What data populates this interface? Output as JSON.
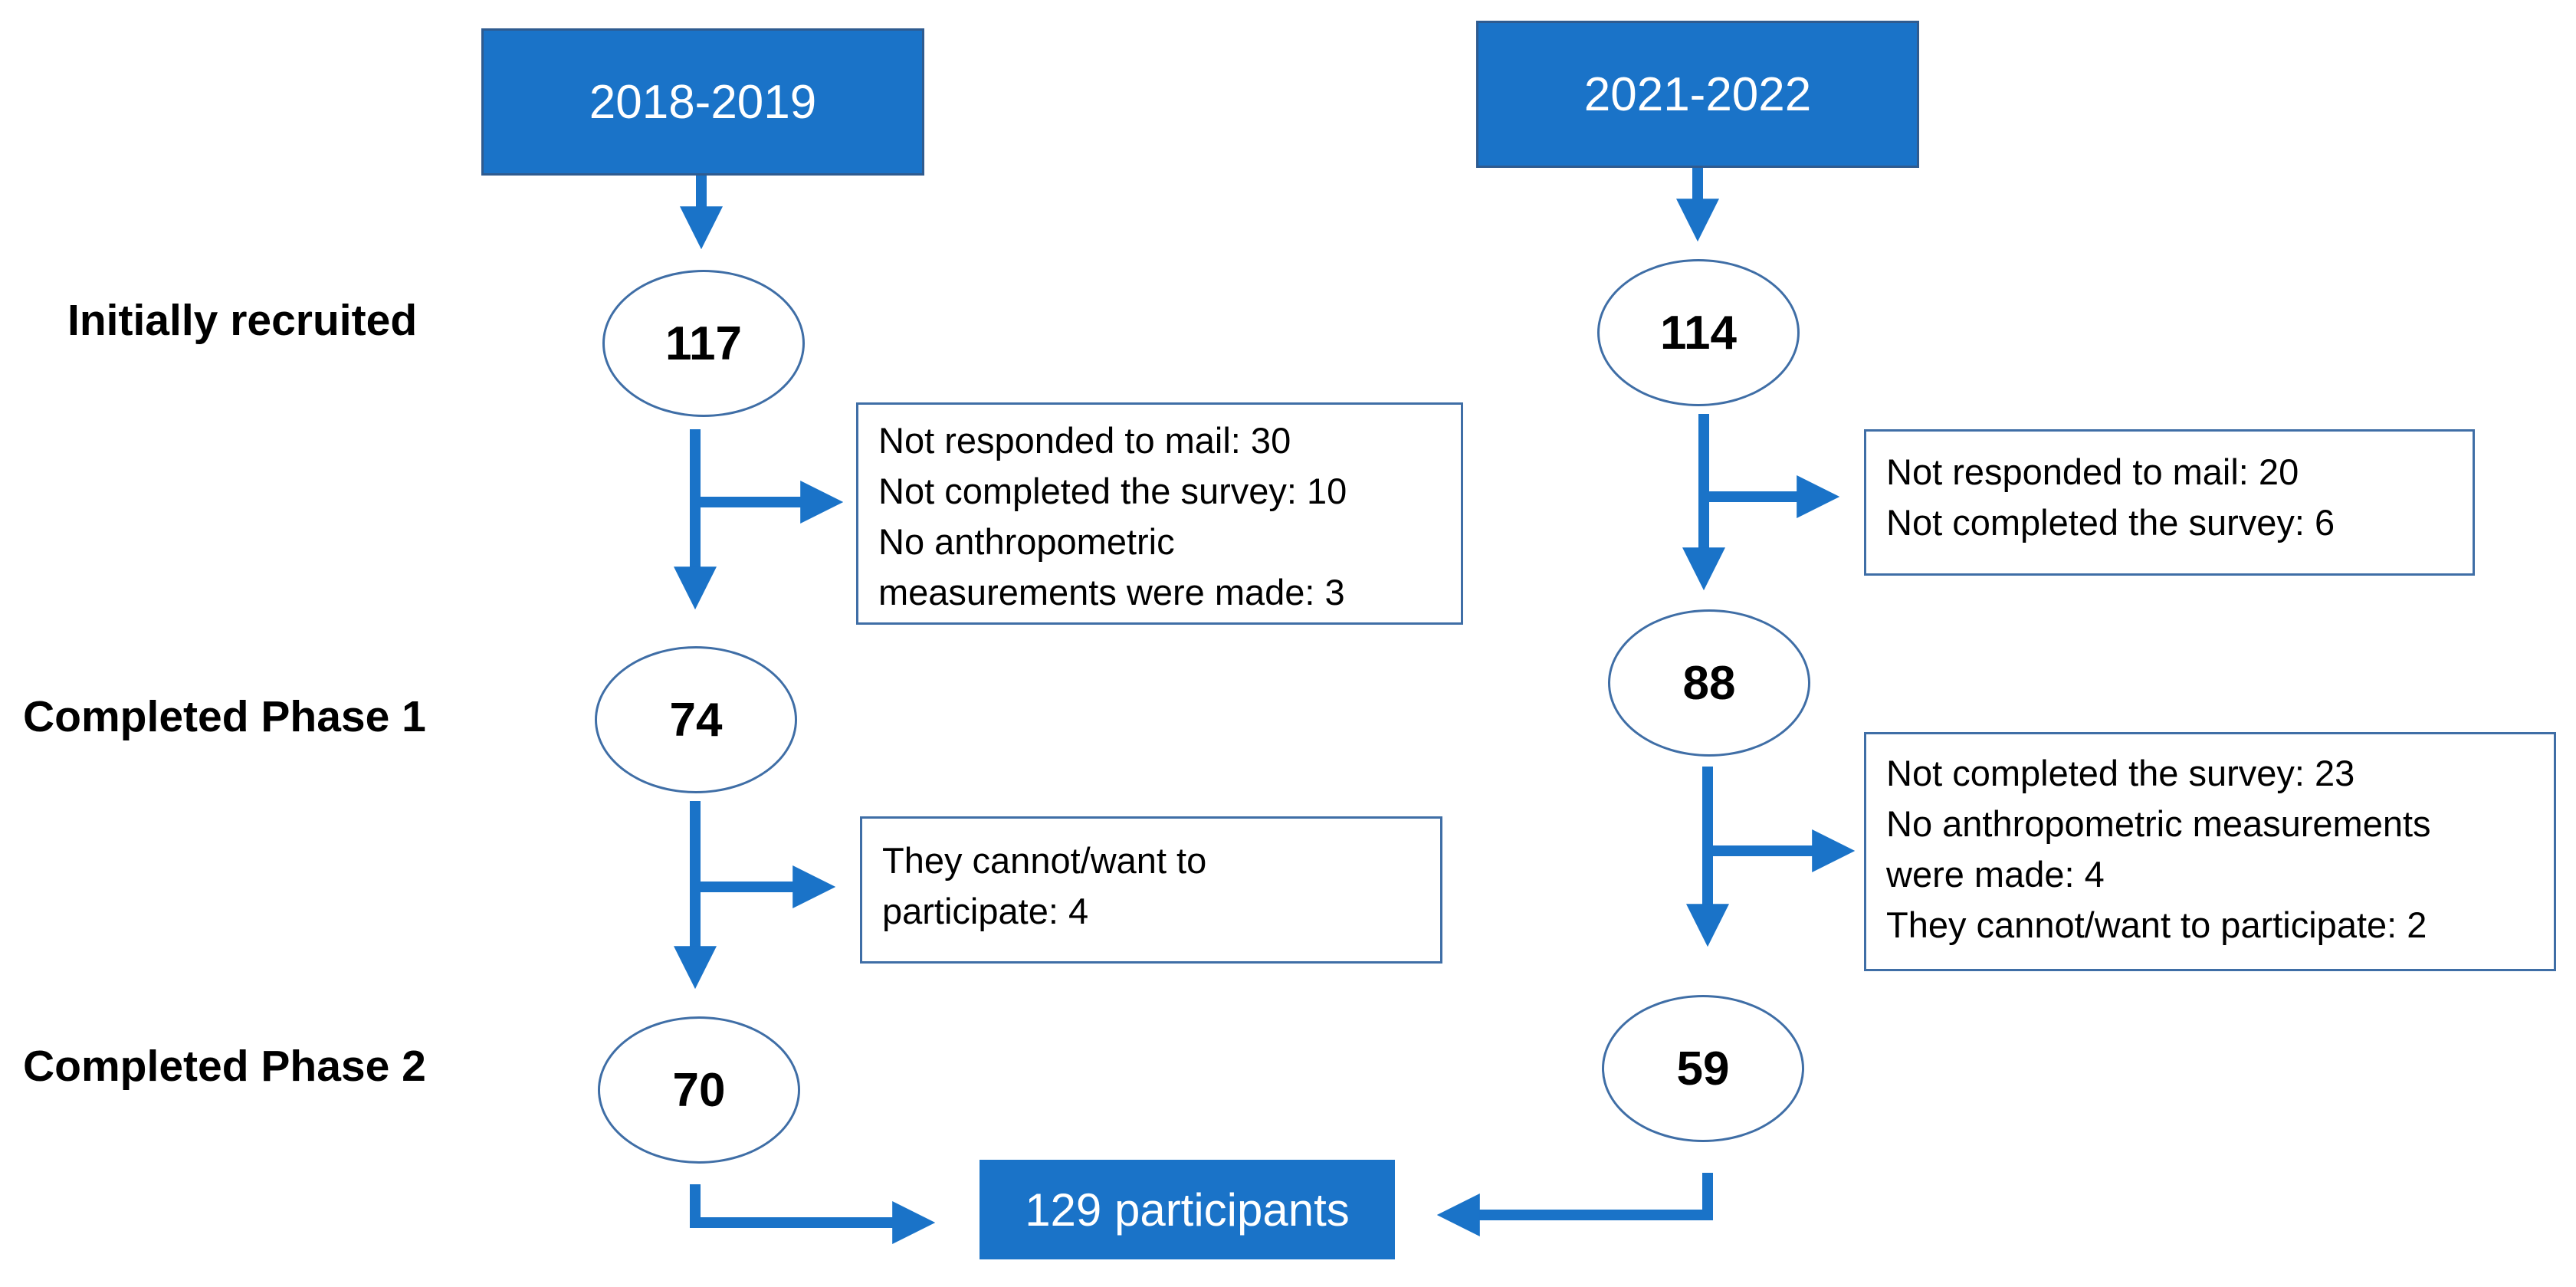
{
  "stage_labels": {
    "initially_recruited": "Initially recruited",
    "completed_phase_1": "Completed Phase 1",
    "completed_phase_2": "Completed Phase 2"
  },
  "cohort_2018": {
    "header": "2018-2019",
    "initial": "117",
    "phase1": "74",
    "phase2": "70",
    "exclusions_1": [
      "Not responded to mail: 30",
      "Not completed the survey: 10",
      "No anthropometric",
      "measurements were made: 3"
    ],
    "exclusions_2": [
      "They cannot/want to",
      "participate: 4"
    ]
  },
  "cohort_2021": {
    "header": "2021-2022",
    "initial": "114",
    "phase1": "88",
    "phase2": "59",
    "exclusions_1": [
      "Not responded to mail: 20",
      "Not completed the survey: 6"
    ],
    "exclusions_2": [
      "Not completed the survey: 23",
      "No anthropometric measurements",
      "were made: 4",
      "They cannot/want to participate: 2"
    ]
  },
  "total": "129 participants",
  "colors": {
    "accent": "#1a73c8",
    "outline": "#3f6ea6"
  }
}
